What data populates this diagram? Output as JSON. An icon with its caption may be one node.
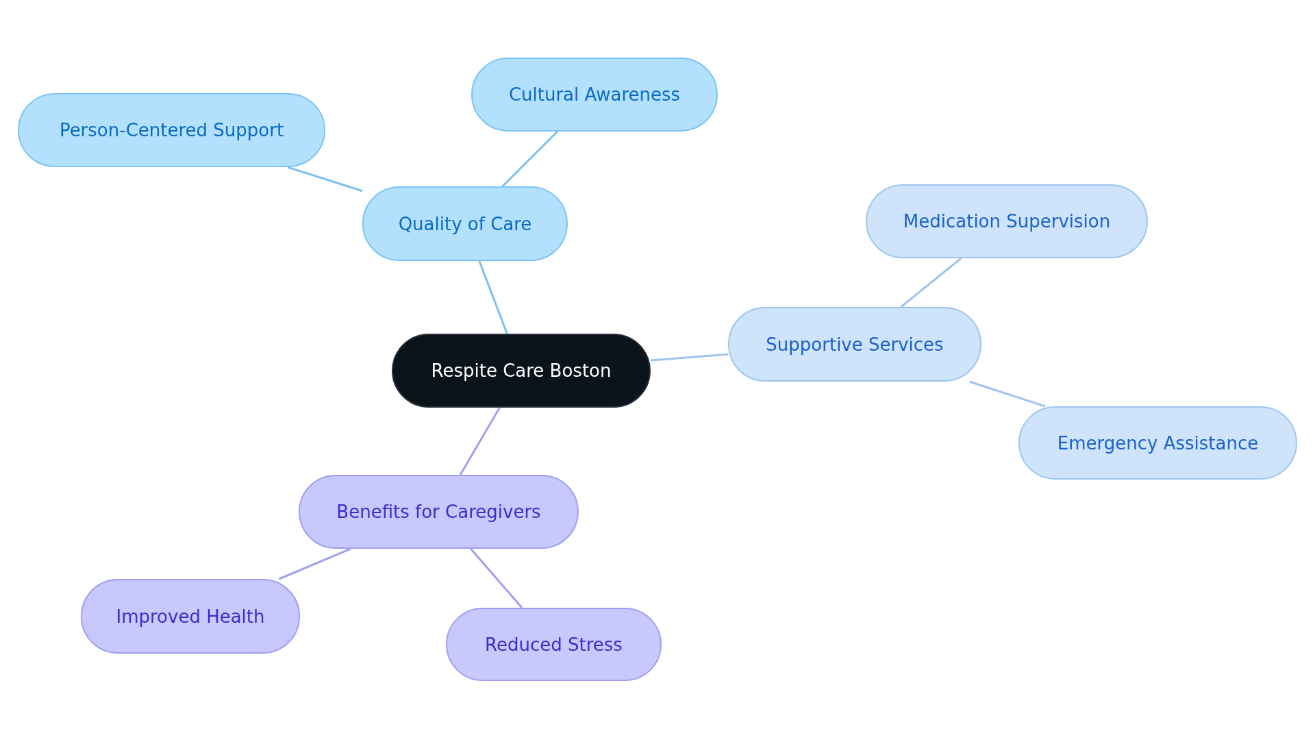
{
  "diagram": {
    "nodes": [
      {
        "text": [
          "Respite Care Boston"
        ]
      },
      {
        "text": [
          "Quality of Care"
        ]
      },
      {
        "text": [
          "Person-Centered Support"
        ]
      },
      {
        "text": [
          "Cultural Awareness"
        ]
      },
      {
        "text": [
          "Supportive Services"
        ]
      },
      {
        "text": [
          "Medication Supervision"
        ]
      },
      {
        "text": [
          "Emergency Assistance"
        ]
      },
      {
        "text": [
          "Benefits for Caregivers"
        ]
      },
      {
        "text": [
          "Improved Health"
        ]
      },
      {
        "text": [
          "Reduced Stress"
        ]
      }
    ],
    "edges": [
      {
        "from": 0,
        "to": 1,
        "arrow": "none",
        "color": "#7cc0f0"
      },
      {
        "from": 1,
        "to": 2,
        "arrow": "none",
        "color": "#7cc0f0"
      },
      {
        "from": 1,
        "to": 3,
        "arrow": "none",
        "color": "#7cc0f0"
      },
      {
        "from": 0,
        "to": 4,
        "arrow": "none",
        "color": "#9cc4ee"
      },
      {
        "from": 4,
        "to": 5,
        "arrow": "none",
        "color": "#9cc4ee"
      },
      {
        "from": 4,
        "to": 6,
        "arrow": "none",
        "color": "#9cc4ee"
      },
      {
        "from": 0,
        "to": 7,
        "arrow": "none",
        "color": "#a0a0ee"
      },
      {
        "from": 7,
        "to": 8,
        "arrow": "none",
        "color": "#a0a0ee"
      },
      {
        "from": 7,
        "to": 9,
        "arrow": "none",
        "color": "#a0a0ee"
      }
    ]
  }
}
